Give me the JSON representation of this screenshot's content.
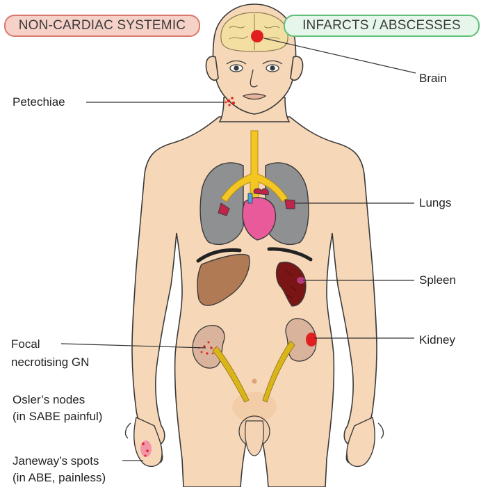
{
  "header": {
    "left_pill": "NON-CARDIAC SYSTEMIC",
    "right_pill": "INFARCTS / ABSCESSES"
  },
  "labels": {
    "brain": "Brain",
    "petechiae": "Petechiae",
    "lungs": "Lungs",
    "spleen": "Spleen",
    "kidney": "Kidney",
    "focal_gn_line1": "Focal",
    "focal_gn_line2": "necrotising GN",
    "osler_line1": "Osler’s nodes",
    "osler_line2": "(in SABE painful)",
    "janeway_line1": "Janeway’s spots",
    "janeway_line2": "(in ABE, painless)"
  },
  "colors": {
    "skin": "#f6d8b9",
    "outline": "#3a3a3a",
    "lung": "#8f9092",
    "heart": "#e85a9a",
    "liver": "#b07a55",
    "spleen": "#7a1515",
    "kidney": "#d9b39b",
    "ureter": "#d9b51a",
    "airway": "#f3c623",
    "brain": "#f4dfa2",
    "lesion": "#e02020"
  }
}
